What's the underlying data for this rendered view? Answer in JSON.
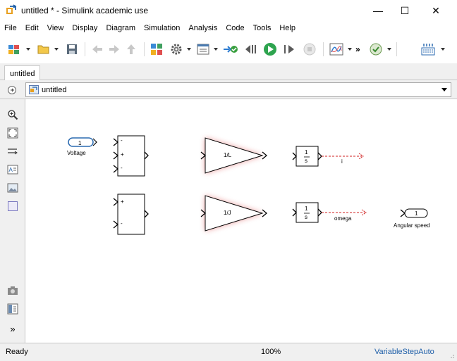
{
  "window": {
    "title": "untitled * - Simulink academic use",
    "minimize": "—",
    "maximize": "☐",
    "close": "✕"
  },
  "menu": {
    "items": [
      "File",
      "Edit",
      "View",
      "Display",
      "Diagram",
      "Simulation",
      "Analysis",
      "Code",
      "Tools",
      "Help"
    ]
  },
  "toolbar": {
    "more": "»",
    "icons": [
      "library-browser-icon",
      "open-icon",
      "save-icon",
      "back-icon",
      "forward-icon",
      "up-icon",
      "model-explorer-icon",
      "settings-gear-icon",
      "model-config-icon",
      "signal-logging-icon",
      "step-back-icon",
      "run-icon",
      "step-forward-icon",
      "stop-icon",
      "data-inspector-icon",
      "model-advisor-icon",
      "build-icon"
    ]
  },
  "tabs": [
    {
      "label": "untitled"
    }
  ],
  "address": {
    "path": "untitled"
  },
  "palette": {
    "icons": [
      "zoom-icon",
      "fit-view-icon",
      "signal-routing-icon",
      "annotation-icon",
      "image-icon",
      "area-icon",
      "screenshot-icon",
      "model-browser-icon",
      "expand-icon"
    ],
    "expand": "»"
  },
  "diagram": {
    "inport": {
      "number": "1",
      "label": "Voltage"
    },
    "sum1": {
      "signs": [
        "-",
        "+",
        "-"
      ]
    },
    "sum2": {
      "signs": [
        "+",
        "-"
      ]
    },
    "gain1": {
      "label": "1/L"
    },
    "gain2": {
      "label": "1/J"
    },
    "integrator1": {
      "num": "1",
      "den": "s",
      "signal": "i"
    },
    "integrator2": {
      "num": "1",
      "den": "s",
      "signal": "omega"
    },
    "outport": {
      "number": "1",
      "label": "Angular speed"
    }
  },
  "status": {
    "left": "Ready",
    "zoom": "100%",
    "solver": "VariableStepAuto"
  },
  "colors": {
    "accent": "#1d5ea8",
    "glow": "#e06060",
    "run": "#2ea44f",
    "signal_unconnected": "#d02020"
  }
}
